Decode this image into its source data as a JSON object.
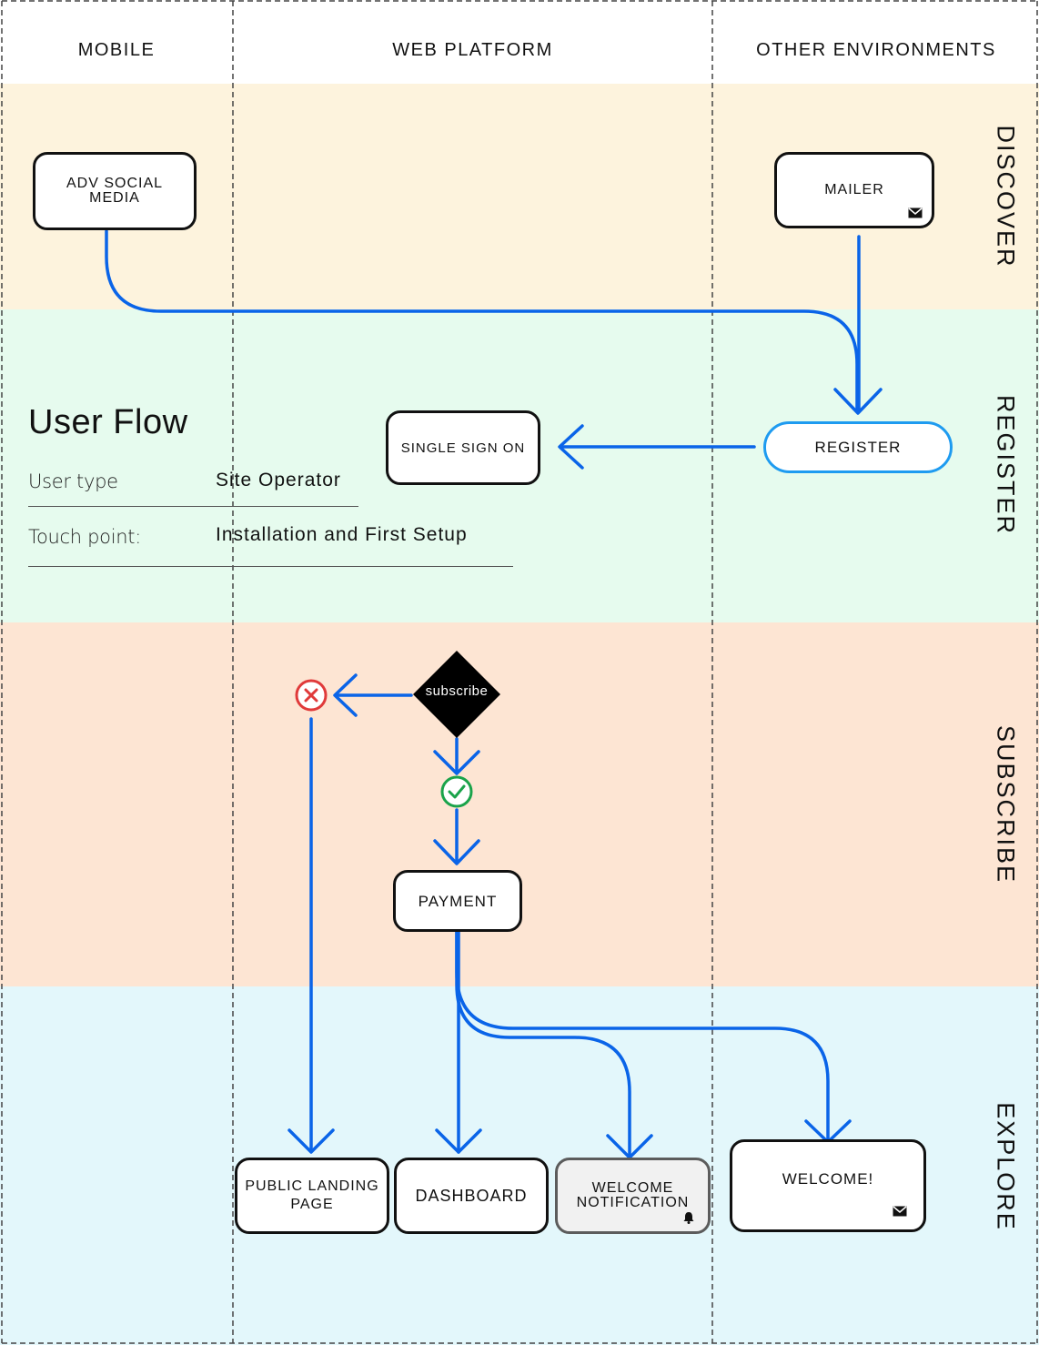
{
  "columns": [
    "MOBILE",
    "WEB PLATFORM",
    "OTHER ENVIRONMENTS"
  ],
  "rows": [
    "DISCOVER",
    "REGISTER",
    "SUBSCRIBE",
    "EXPLORE"
  ],
  "nodes": {
    "adv_social_media": "ADV SOCIAL MEDIA",
    "mailer": "MAILER",
    "register": "REGISTER",
    "single_sign_on": "SINGLE SIGN ON",
    "subscribe": "subscribe",
    "payment": "PAYMENT",
    "public_landing_page": "PUBLIC LANDING PAGE",
    "dashboard": "DASHBOARD",
    "welcome_notification": "WELCOME NOTIFICATION",
    "welcome": "WELCOME!"
  },
  "info": {
    "title": "User Flow",
    "user_type_label": "User type",
    "user_type_value": "Site Operator",
    "touch_point_label": "Touch point:",
    "touch_point_value": "Installation and First Setup"
  },
  "colors": {
    "flow": "#0a64e8",
    "discover_band": "#fdf3dd",
    "register_band": "#e6fbee",
    "subscribe_band": "#fde5d3",
    "explore_band": "#e3f7fb",
    "register_border": "#1e9bf0",
    "reject": "#e03a3a",
    "accept": "#1aa34a"
  },
  "icons": {
    "mailer": "envelope-icon",
    "welcome": "envelope-icon",
    "welcome_notification": "bell-icon",
    "reject": "x-circle-icon",
    "accept": "check-circle-icon"
  }
}
